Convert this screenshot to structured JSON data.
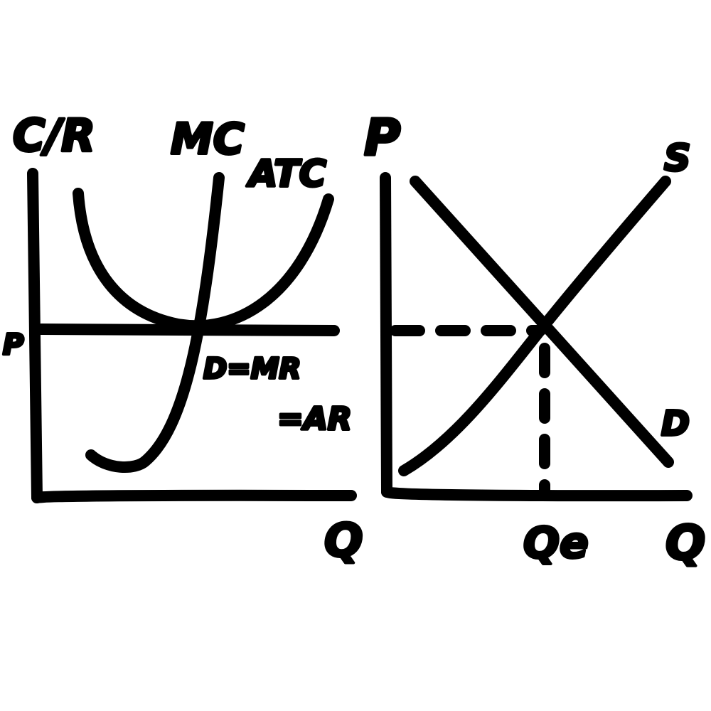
{
  "diagram": {
    "type": "economics-perfect-competition",
    "ink_color": "#000000",
    "background_color": "#ffffff",
    "firm_graph": {
      "y_axis_label": "C/R",
      "x_axis_label": "Q",
      "price_label": "P",
      "curves": {
        "mc": "MC",
        "atc": "ATC",
        "demand_line_1": "D=MR",
        "demand_line_2": "=AR"
      }
    },
    "market_graph": {
      "y_axis_label": "P",
      "x_axis_label": "Q",
      "equilibrium_quantity_label": "Qe",
      "curves": {
        "supply": "S",
        "demand": "D"
      }
    }
  }
}
